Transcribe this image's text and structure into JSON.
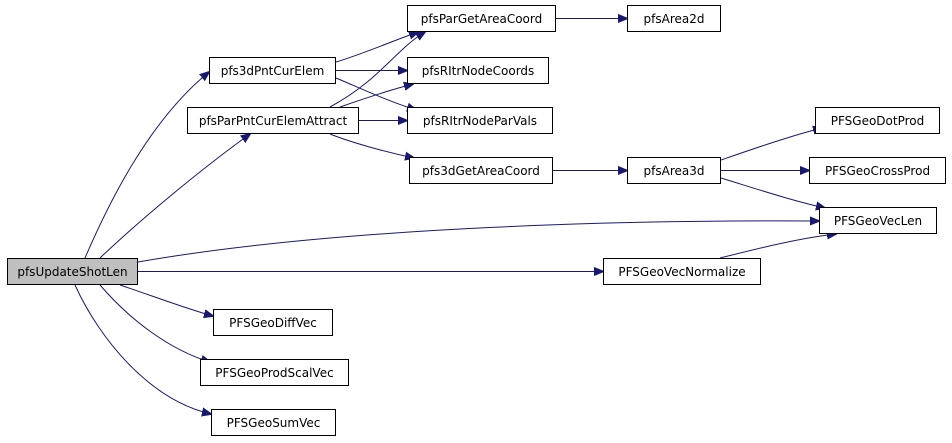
{
  "colors": {
    "edge": "#191970",
    "root_fill": "#bfbfbf",
    "node_fill": "#ffffff",
    "border": "#000000"
  },
  "nodes": {
    "pfsUpdateShotLen": "pfsUpdateShotLen",
    "pfs3dPntCurElem": "pfs3dPntCurElem",
    "pfsParPntCurElemAttract": "pfsParPntCurElemAttract",
    "pfsParGetAreaCoord": "pfsParGetAreaCoord",
    "pfsArea2d": "pfsArea2d",
    "pfsRItrNodeCoords": "pfsRItrNodeCoords",
    "pfsRItrNodeParVals": "pfsRItrNodeParVals",
    "pfs3dGetAreaCoord": "pfs3dGetAreaCoord",
    "pfsArea3d": "pfsArea3d",
    "PFSGeoDotProd": "PFSGeoDotProd",
    "PFSGeoCrossProd": "PFSGeoCrossProd",
    "PFSGeoVecLen": "PFSGeoVecLen",
    "PFSGeoVecNormalize": "PFSGeoVecNormalize",
    "PFSGeoDiffVec": "PFSGeoDiffVec",
    "PFSGeoProdScalVec": "PFSGeoProdScalVec",
    "PFSGeoSumVec": "PFSGeoSumVec"
  },
  "edges": [
    [
      "pfsUpdateShotLen",
      "pfs3dPntCurElem"
    ],
    [
      "pfsUpdateShotLen",
      "pfsParPntCurElemAttract"
    ],
    [
      "pfsUpdateShotLen",
      "PFSGeoVecLen"
    ],
    [
      "pfsUpdateShotLen",
      "PFSGeoVecNormalize"
    ],
    [
      "pfsUpdateShotLen",
      "PFSGeoDiffVec"
    ],
    [
      "pfsUpdateShotLen",
      "PFSGeoProdScalVec"
    ],
    [
      "pfsUpdateShotLen",
      "PFSGeoSumVec"
    ],
    [
      "pfs3dPntCurElem",
      "pfsParGetAreaCoord"
    ],
    [
      "pfs3dPntCurElem",
      "pfsRItrNodeCoords"
    ],
    [
      "pfs3dPntCurElem",
      "pfsRItrNodeParVals"
    ],
    [
      "pfsParPntCurElemAttract",
      "pfsParGetAreaCoord"
    ],
    [
      "pfsParPntCurElemAttract",
      "pfsRItrNodeCoords"
    ],
    [
      "pfsParPntCurElemAttract",
      "pfsRItrNodeParVals"
    ],
    [
      "pfsParPntCurElemAttract",
      "pfs3dGetAreaCoord"
    ],
    [
      "pfsParGetAreaCoord",
      "pfsArea2d"
    ],
    [
      "pfs3dGetAreaCoord",
      "pfsArea3d"
    ],
    [
      "pfsArea3d",
      "PFSGeoDotProd"
    ],
    [
      "pfsArea3d",
      "PFSGeoCrossProd"
    ],
    [
      "pfsArea3d",
      "PFSGeoVecLen"
    ],
    [
      "PFSGeoVecNormalize",
      "PFSGeoVecLen"
    ]
  ]
}
